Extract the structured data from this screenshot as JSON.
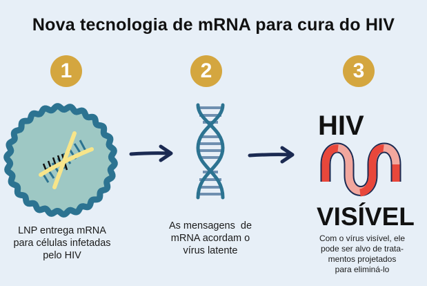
{
  "title": "Nova tecnologia de mRNA para cura do HIV",
  "steps": [
    {
      "number": "1",
      "caption_lines": [
        "LNP entrega mRNA",
        "para células infetadas",
        "pelo HIV"
      ]
    },
    {
      "number": "2",
      "caption_lines": [
        "As mensagens  de",
        "mRNA acordam o",
        "vírus latente"
      ]
    },
    {
      "number": "3",
      "heading_top": "HIV",
      "heading_bottom": "VISÍVEL",
      "caption_lines": [
        "Com o vírus visível, ele",
        "pode ser alvo de trata-",
        "mentos projetados",
        "para eliminá-lo"
      ]
    }
  ],
  "colors": {
    "background": "#e7eff7",
    "badge": "#d4a63f",
    "teal": "#2c7391",
    "cell_fill": "#9ec8c4",
    "mrna": "#f7e58a",
    "arrow": "#1b2a52",
    "red": "#e8473b",
    "pink": "#f2a79e"
  }
}
